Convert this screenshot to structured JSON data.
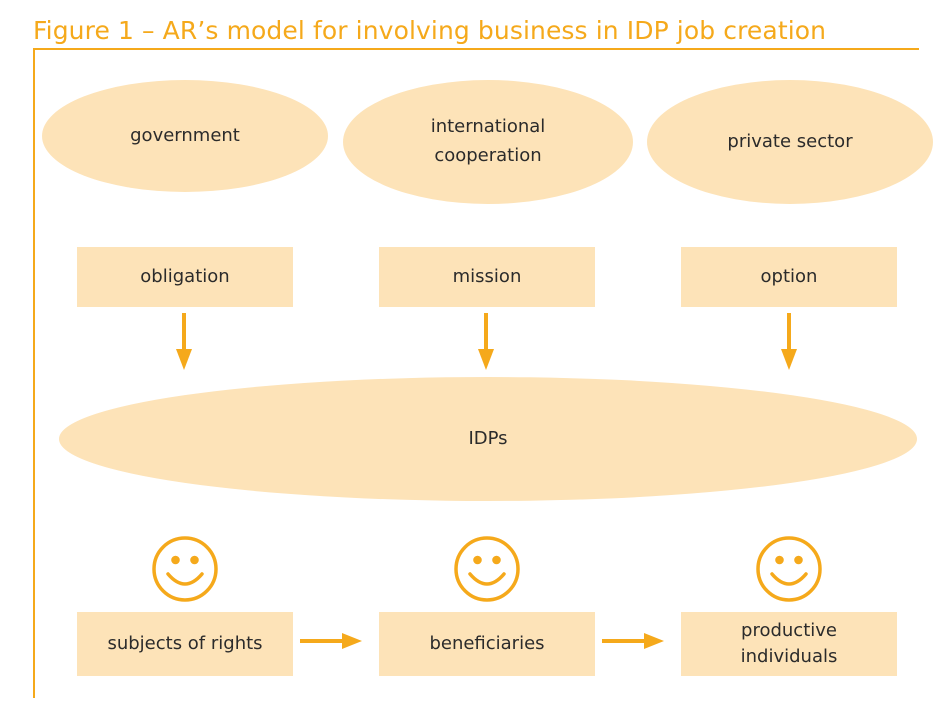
{
  "title": "Figure 1 – AR’s model for involving business in IDP job creation",
  "actors": [
    {
      "label": "government"
    },
    {
      "label": "international cooperation"
    },
    {
      "label": "private sector"
    }
  ],
  "roles": [
    {
      "label": "obligation"
    },
    {
      "label": "mission"
    },
    {
      "label": "option"
    }
  ],
  "center": {
    "label": "IDPs"
  },
  "outcomes": [
    {
      "label": "subjects of rights"
    },
    {
      "label": "beneficiaries"
    },
    {
      "label": "productive individuals"
    }
  ],
  "colors": {
    "accent": "#f5a91b",
    "fill": "#fde3b8",
    "text": "#2b2b2b"
  },
  "icons": [
    "smiley-face-icon",
    "smiley-face-icon",
    "smiley-face-icon",
    "arrow-down-icon",
    "arrow-right-icon"
  ]
}
